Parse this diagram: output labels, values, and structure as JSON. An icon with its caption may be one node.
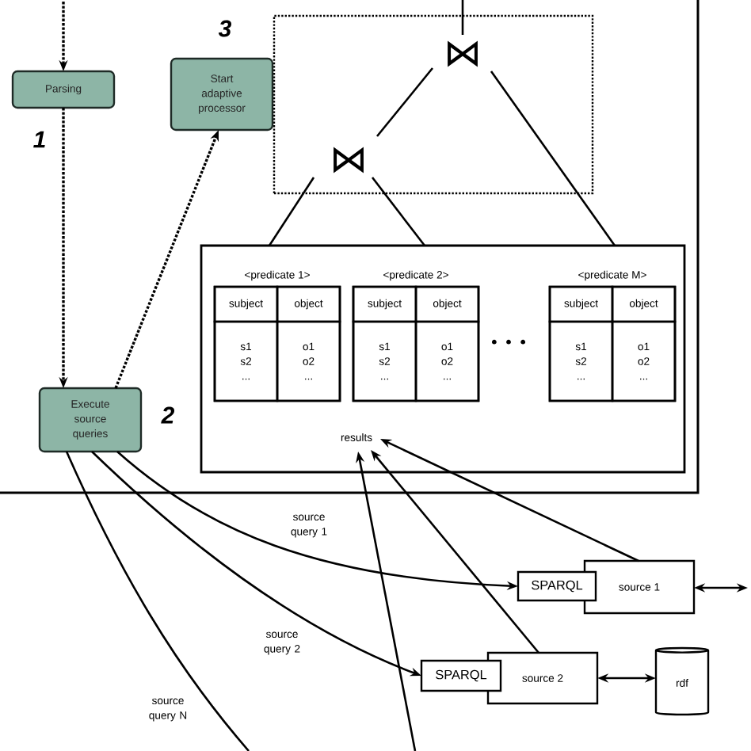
{
  "diagram": {
    "nodes": [
      {
        "text": [
          "Parsing"
        ],
        "beside": [
          "1"
        ]
      },
      {
        "text": [
          "Start adaptive processor"
        ],
        "beside": [
          "3"
        ]
      },
      {
        "text": [],
        "shape": "box"
      },
      {
        "text": [
          "⋈"
        ],
        "in": 2
      },
      {
        "text": [
          "⋈"
        ],
        "in": 2
      },
      {
        "text": [],
        "shape": "box"
      },
      {
        "text": [
          "<predicate 1>",
          "subject",
          "object",
          "s1 s2 ...",
          "o1 o2 ..."
        ],
        "in": 5
      },
      {
        "text": [
          "<predicate 2>",
          "subject",
          "object",
          "s1 s2 ...",
          "o1 o2 ..."
        ],
        "in": 5
      },
      {
        "text": [
          "<predicate M>",
          "subject",
          "object",
          "s1 s2 ...",
          "o1 o2 ..."
        ],
        "in": 5
      },
      {
        "text": [
          "results"
        ],
        "in": 5
      },
      {
        "text": [
          "Execute source queries"
        ],
        "beside": [
          "2"
        ]
      },
      {
        "text": [
          "SPARQL"
        ]
      },
      {
        "text": [
          "source 1"
        ]
      },
      {
        "text": [
          "SPARQL"
        ]
      },
      {
        "text": [
          "source 2"
        ]
      },
      {
        "text": [
          "rdf"
        ]
      }
    ],
    "edges": [
      {
        "from": null,
        "to": 0,
        "arrow": "to",
        "style": "dashed"
      },
      {
        "from": 0,
        "to": 10,
        "arrow": "to",
        "style": "dashed"
      },
      {
        "from": 10,
        "to": 1,
        "arrow": "to",
        "style": "dashed"
      },
      {
        "from": 3,
        "to": null,
        "arrow": "none"
      },
      {
        "from": 3,
        "to": 4,
        "arrow": "none"
      },
      {
        "from": 4,
        "to": 5,
        "arrow": "none"
      },
      {
        "from": 4,
        "to": 5,
        "arrow": "none"
      },
      {
        "from": 3,
        "to": 5,
        "arrow": "none"
      },
      {
        "from": 10,
        "to": 11,
        "arrow": "to",
        "label": "source query 1"
      },
      {
        "from": 10,
        "to": 13,
        "arrow": "to",
        "label": "source query 2"
      },
      {
        "from": 10,
        "to": null,
        "arrow": "none",
        "label": "source query N"
      },
      {
        "from": 12,
        "to": 9,
        "arrow": "to"
      },
      {
        "from": 14,
        "to": 9,
        "arrow": "to"
      },
      {
        "from": null,
        "to": 9,
        "arrow": "to"
      },
      {
        "from": 12,
        "to": null,
        "arrow": "both"
      },
      {
        "from": 14,
        "to": 15,
        "arrow": "both"
      }
    ],
    "labels": [
      "• • •"
    ]
  }
}
